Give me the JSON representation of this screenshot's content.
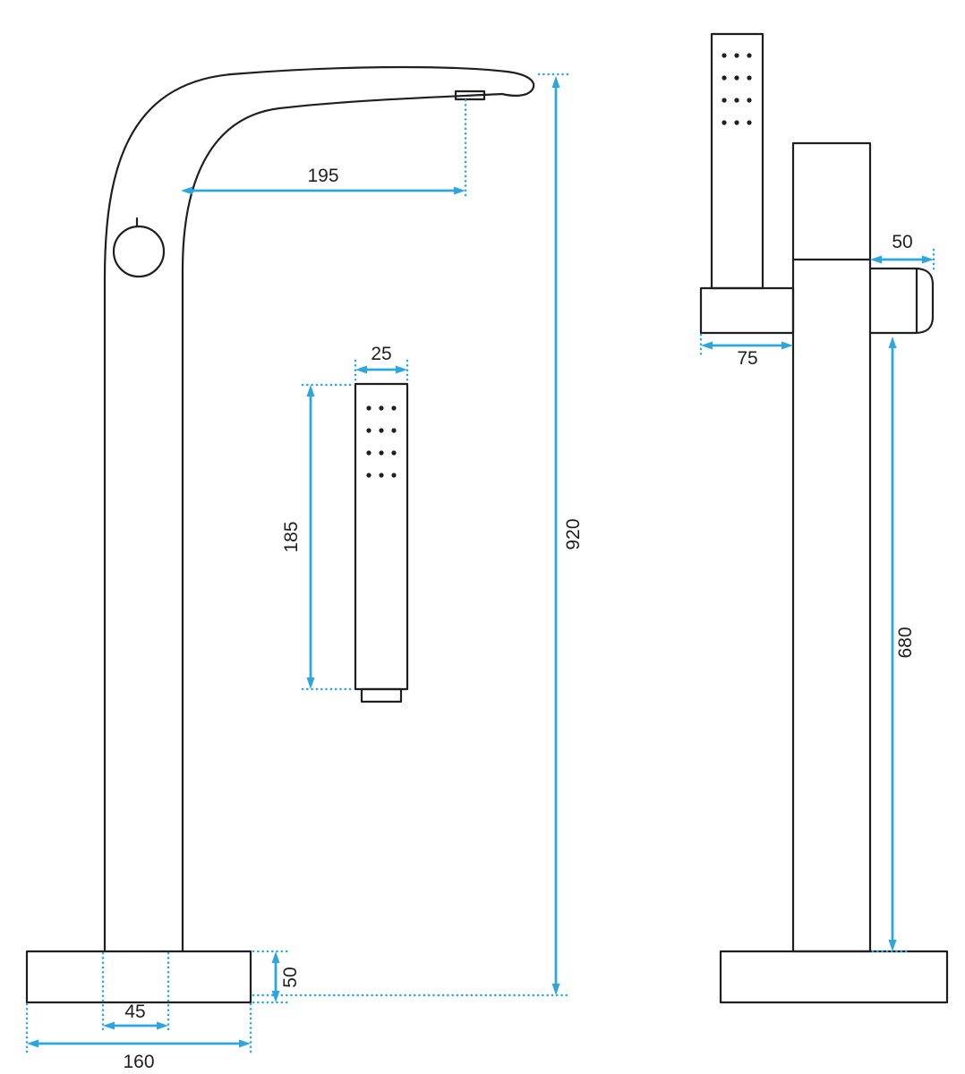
{
  "page": {
    "title": "Freestanding bath tap dimensional drawing"
  },
  "colors": {
    "outline": "#1f1f1f",
    "dimension": "#2ca6dd",
    "text": "#1f1f1f",
    "background": "#ffffff"
  },
  "views": {
    "front": {
      "name": "front-view",
      "dimensions": {
        "spout_reach": "195",
        "total_height": "920",
        "handshower_width": "25",
        "handshower_length": "185",
        "base_height": "50",
        "column_width": "45",
        "base_width": "160"
      }
    },
    "side": {
      "name": "side-view",
      "dimensions": {
        "spout_depth": "50",
        "bracket_depth": "75",
        "spout_to_floor_height": "680"
      }
    }
  }
}
